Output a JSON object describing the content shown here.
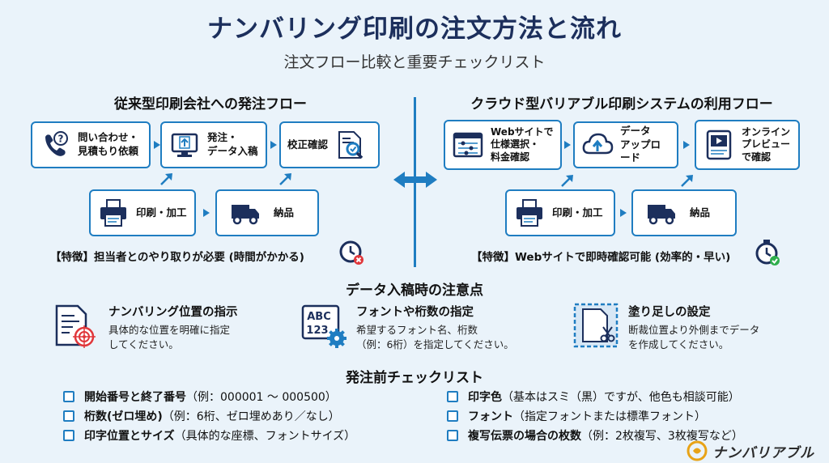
{
  "title": "ナンバリング印刷の注文方法と流れ",
  "subtitle": "注文フロー比較と重要チェックリスト",
  "left_flow": {
    "heading": "従来型印刷会社への発注フロー",
    "steps": [
      {
        "label": "問い合わせ・\n見積もり依頼",
        "icon": "phone-question-icon"
      },
      {
        "label": "発注・\nデータ入稿",
        "icon": "computer-upload-icon"
      },
      {
        "label": "校正確認",
        "icon": "document-magnifier-icon"
      },
      {
        "label": "印刷・加工",
        "icon": "printer-icon"
      },
      {
        "label": "納品",
        "icon": "truck-icon"
      }
    ],
    "feature": "【特徴】担当者とのやり取りが必要 (時間がかかる)",
    "feature_icon": "clock-cross-icon"
  },
  "right_flow": {
    "heading": "クラウド型バリアブル印刷システムの利用フロー",
    "steps": [
      {
        "label": "Webサイトで\n仕様選択・\n料金確認",
        "icon": "browser-settings-icon"
      },
      {
        "label": "データ\nアップロード",
        "icon": "cloud-upload-icon"
      },
      {
        "label": "オンライン\nプレビュー\nで確認",
        "icon": "tablet-preview-icon"
      },
      {
        "label": "印刷・加工",
        "icon": "printer-icon"
      },
      {
        "label": "納品",
        "icon": "truck-icon"
      }
    ],
    "feature": "【特徴】Webサイトで即時確認可能 (効率的・早い)",
    "feature_icon": "stopwatch-check-icon"
  },
  "notes": {
    "heading": "データ入稿時の注意点",
    "items": [
      {
        "title": "ナンバリング位置の指示",
        "desc": "具体的な位置を明確に指定\nしてください。",
        "icon": "document-target-icon"
      },
      {
        "title": "フォントや桁数の指定",
        "desc": "希望するフォント名、桁数\n（例：6桁）を指定してください。",
        "icon": "abc-123-gear-icon",
        "icon_text_top": "ABC",
        "icon_text_bottom": "123"
      },
      {
        "title": "塗り足しの設定",
        "desc": "断裁位置より外側までデータ\nを作成してください。",
        "icon": "bleed-scissors-icon"
      }
    ]
  },
  "checklist": {
    "heading": "発注前チェックリスト",
    "left": [
      {
        "bold": "開始番号と終了番号",
        "rest": "（例：000001 ～ 000500）"
      },
      {
        "bold": "桁数(ゼロ埋め)",
        "rest": "（例：6桁、ゼロ埋めあり／なし）"
      },
      {
        "bold": "印字位置とサイズ",
        "rest": "（具体的な座標、フォントサイズ）"
      }
    ],
    "right": [
      {
        "bold": "印字色",
        "rest": "（基本はスミ（黒）ですが、他色も相談可能）"
      },
      {
        "bold": "フォント",
        "rest": "（指定フォントまたは標準フォント）"
      },
      {
        "bold": "複写伝票の場合の枚数",
        "rest": "（例：2枚複写、3枚複写など）"
      }
    ]
  },
  "logo": {
    "text": "ナンバリアブル",
    "icon": "brand-logo-icon"
  },
  "colors": {
    "accent": "#1f7dc1",
    "dark": "#1c2f5c",
    "alert": "#e0373b",
    "ok": "#2fae4c"
  }
}
